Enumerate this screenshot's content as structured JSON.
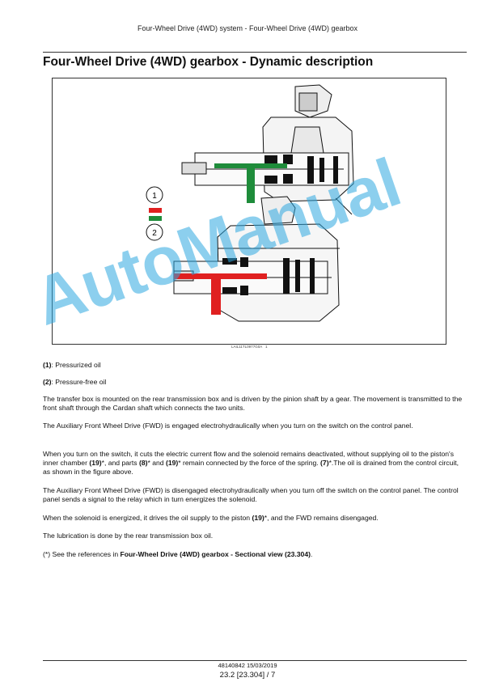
{
  "header": {
    "running_title": "Four-Wheel Drive (4WD) system - Four-Wheel Drive (4WD) gearbox"
  },
  "title": "Four-Wheel Drive (4WD) gearbox - Dynamic description",
  "figure": {
    "legend_label_1": "1",
    "legend_label_2": "2",
    "figure_id": "LAIL11TL0977G0A",
    "figure_number": "1",
    "colors": {
      "pressurized": "#e02020",
      "pressure_free": "#1e8c3a"
    }
  },
  "watermark": "AutoManual",
  "legend": {
    "item1_ref": "(1)",
    "item1_text": ": Pressurized oil",
    "item2_ref": "(2)",
    "item2_text": ": Pressure-free oil"
  },
  "paragraphs": {
    "p1": "The transfer box is mounted on the rear transmission box and is driven by the pinion shaft by a gear. The movement is transmitted to the front shaft through the Cardan shaft which connects the two units.",
    "p2": "The Auxiliary Front Wheel Drive (FWD) is engaged electrohydraulically when you turn on the switch on the control panel.",
    "p3_a": "When you turn on the switch, it cuts the electric current flow and the solenoid remains deactivated, without supplying oil to the piston's inner chamber ",
    "p3_b": "(19)",
    "p3_c": "*, and parts ",
    "p3_d": "(8)",
    "p3_e": "* and ",
    "p3_f": "(19)",
    "p3_g": "* remain connected by the force of the spring. ",
    "p3_h": "(7)",
    "p3_i": "*.The oil is drained from the control circuit, as shown in the figure above.",
    "p4": "The Auxiliary Front Wheel Drive (FWD) is disengaged electrohydraulically when you turn off the switch on the control panel. The control panel sends a signal to the relay which in turn energizes the solenoid.",
    "p5_a": "When the solenoid is energized, it drives the oil supply to the piston ",
    "p5_b": "(19)",
    "p5_c": "*, and the FWD remains disengaged.",
    "p6": "The lubrication is done by the rear transmission box oil.",
    "p7_a": "(*) See the references in ",
    "p7_b": "Four-Wheel Drive (4WD) gearbox - Sectional view (23.304)",
    "p7_c": "."
  },
  "footer": {
    "doc_ref": "48140842 15/03/2019",
    "page_ref": "23.2 [23.304] / 7"
  }
}
